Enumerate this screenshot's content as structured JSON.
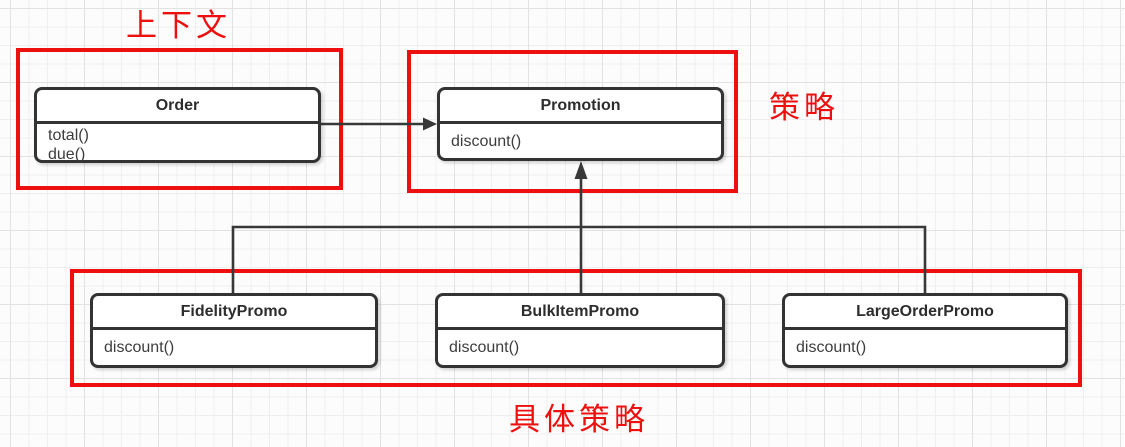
{
  "colors": {
    "annotation_red": "#ee0f0f",
    "connector_dark": "#383838",
    "class_border": "#333333",
    "class_background": "#ffffff"
  },
  "annotations": {
    "context": "上下文",
    "strategy": "策略",
    "concrete_strategies": "具体策略"
  },
  "classes": {
    "order": {
      "name": "Order",
      "methods": [
        "total()",
        "due()"
      ]
    },
    "promotion": {
      "name": "Promotion",
      "methods": [
        "discount()"
      ]
    },
    "fidelity_promo": {
      "name": "FidelityPromo",
      "methods": [
        "discount()"
      ]
    },
    "bulk_item_promo": {
      "name": "BulkItemPromo",
      "methods": [
        "discount()"
      ]
    },
    "large_order_promo": {
      "name": "LargeOrderPromo",
      "methods": [
        "discount()"
      ]
    }
  },
  "relationships": [
    {
      "from": "Order",
      "to": "Promotion",
      "type": "association-arrow"
    },
    {
      "from": "FidelityPromo",
      "to": "Promotion",
      "type": "generalization"
    },
    {
      "from": "BulkItemPromo",
      "to": "Promotion",
      "type": "generalization"
    },
    {
      "from": "LargeOrderPromo",
      "to": "Promotion",
      "type": "generalization"
    }
  ]
}
